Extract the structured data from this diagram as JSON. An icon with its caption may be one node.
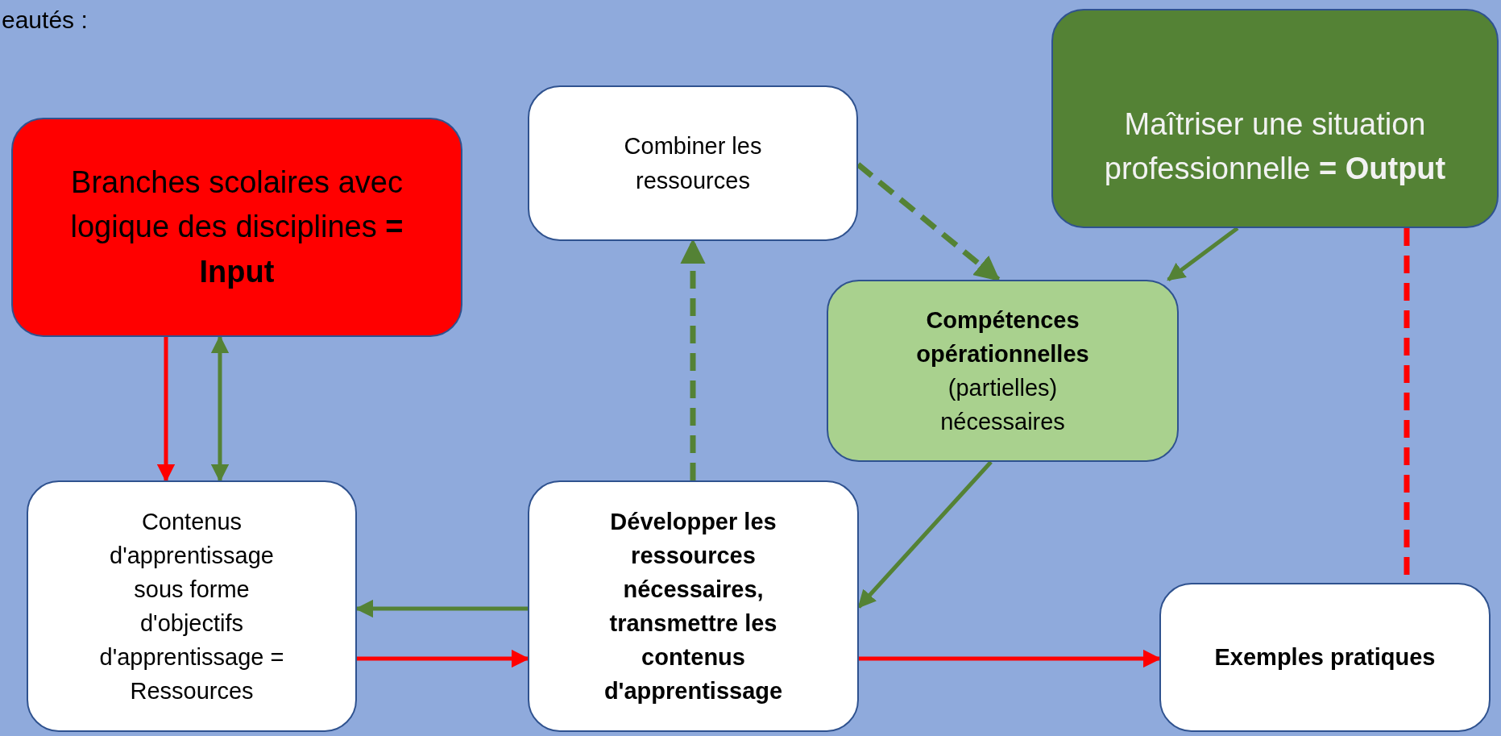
{
  "diagram": {
    "nodes": [
      {
        "text": [
          "Branches scolaires avec logique des disciplines **= Input**"
        ]
      },
      {
        "text": [
          "Combiner les ressources"
        ]
      },
      {
        "text": [
          "Maîtriser une situation professionnelle **= Output**"
        ]
      },
      {
        "text": [
          "**Compétences opérationnelles** (partielles) nécessaires"
        ]
      },
      {
        "text": [
          "Contenus d'apprentissage sous forme d'objectifs d'apprentissage = Ressources"
        ]
      },
      {
        "text": [
          "Développer les ressources nécessaires, transmettre les contenus d'apprentissage"
        ]
      },
      {
        "text": [
          "Exemples pratiques"
        ]
      }
    ],
    "edges": [
      {
        "from": 0,
        "to": 4,
        "arrow": "to",
        "color": "#ff0000"
      },
      {
        "from": 0,
        "to": 4,
        "arrow": "both"
      },
      {
        "from": 5,
        "to": 1,
        "arrow": "to",
        "style": "dashed"
      },
      {
        "from": 1,
        "to": 3,
        "arrow": "to",
        "style": "dashed"
      },
      {
        "from": 2,
        "to": 3,
        "arrow": "to"
      },
      {
        "from": 3,
        "to": 5,
        "arrow": "to"
      },
      {
        "from": 5,
        "to": 4,
        "arrow": "to"
      },
      {
        "from": 4,
        "to": 5,
        "arrow": "to",
        "color": "#ff0000"
      },
      {
        "from": 5,
        "to": 6,
        "arrow": "to",
        "color": "#ff0000"
      },
      {
        "from": 2,
        "to": 6,
        "arrow": "none",
        "style": "dashed",
        "color": "#ff0000"
      }
    ],
    "labels": [
      "eautés :"
    ]
  }
}
